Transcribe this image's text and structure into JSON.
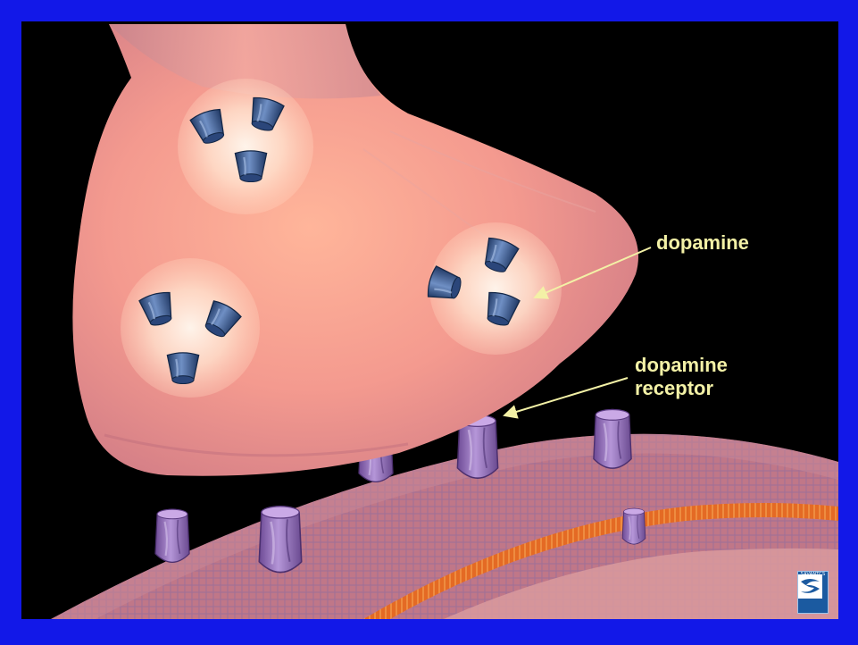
{
  "labels": {
    "dopamine": "dopamine",
    "receptor": "dopamine\nreceptor"
  },
  "logo": {
    "text": "SAVANTCS"
  },
  "colors": {
    "frame": "#1218e8",
    "background": "#000000",
    "terminal": "#f39a8e",
    "vesicle": "#ffe0c8",
    "dopamine_molecule": "#3a5a8f",
    "receptor": "#9b72c2",
    "membrane": "#c67a8a",
    "membrane_core": "#e3651f",
    "label_text": "#f3f1a6"
  }
}
